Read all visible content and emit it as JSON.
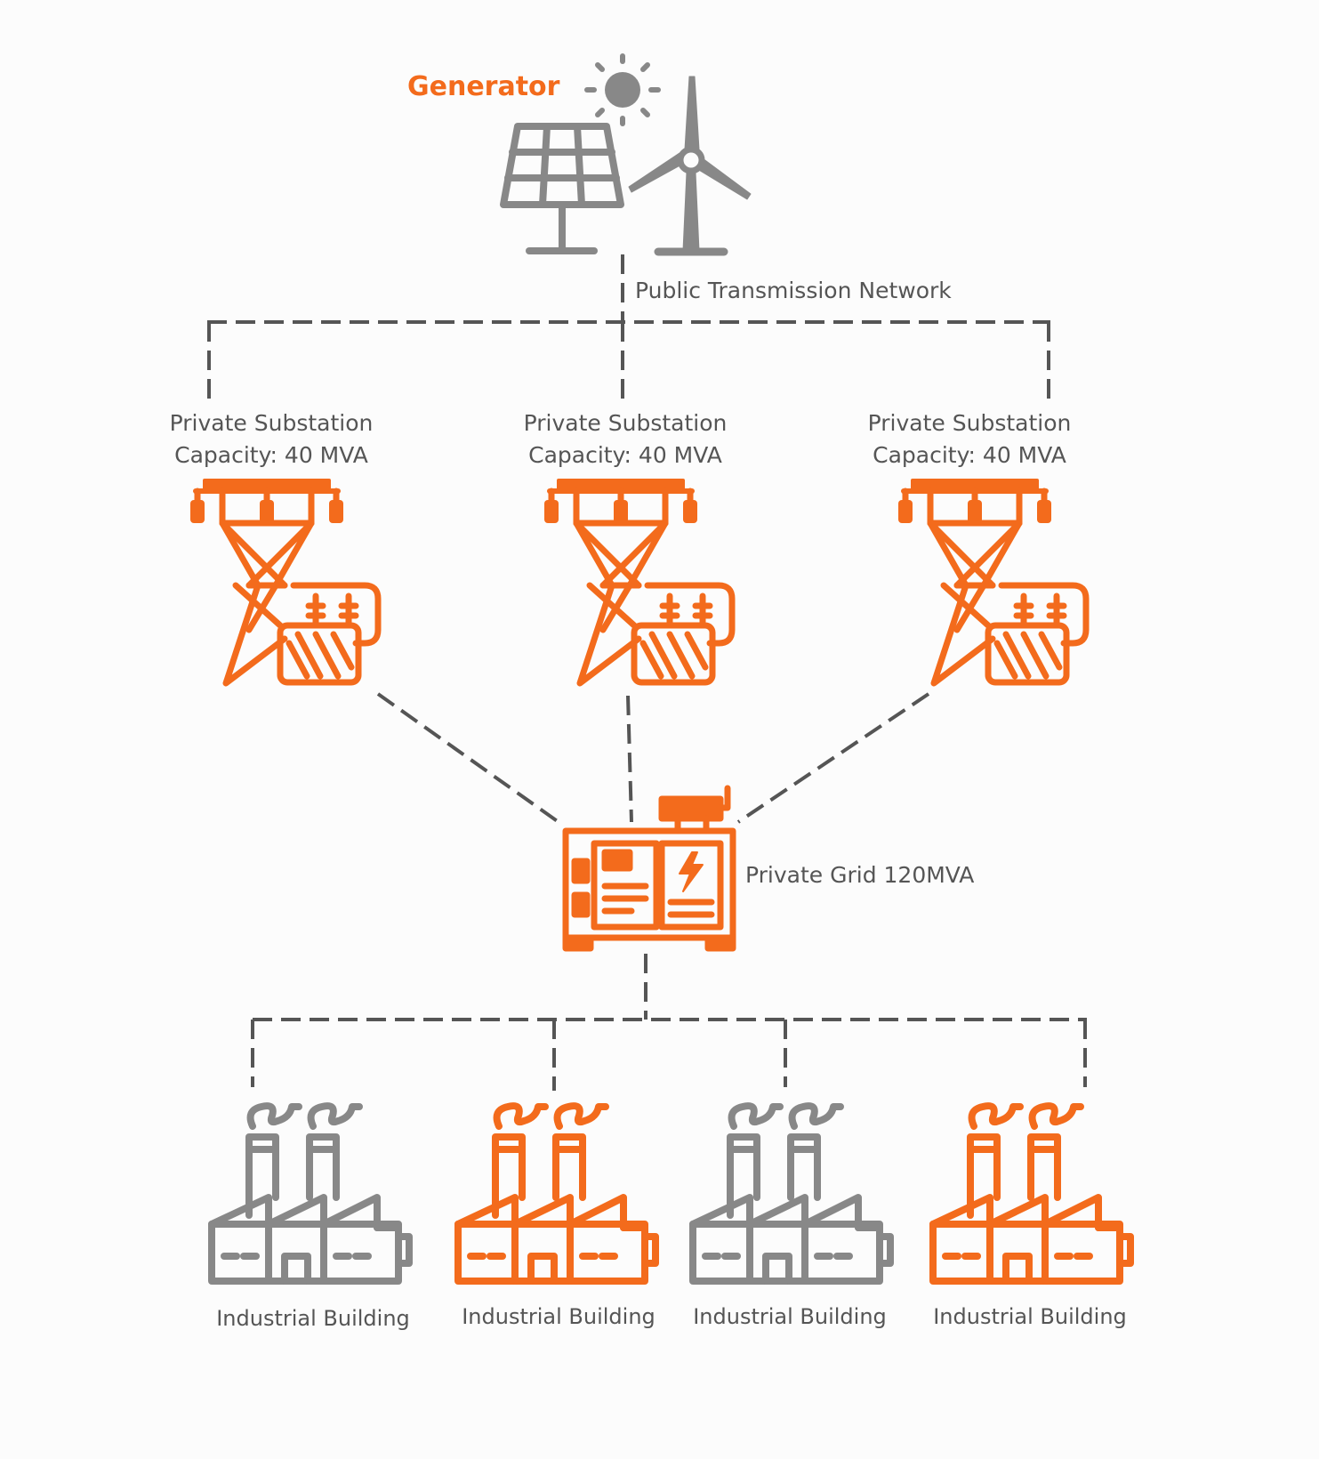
{
  "colors": {
    "accent": "#f36b1c",
    "neutral": "#888888",
    "line": "#555555",
    "text": "#555555"
  },
  "generator": {
    "title": "Generator",
    "icons": [
      "sun-icon",
      "solar-panel-icon",
      "wind-turbine-icon"
    ]
  },
  "network": {
    "label": "Public Transmission Network"
  },
  "substations": [
    {
      "name": "Private Substation",
      "capacity": "Capacity: 40 MVA",
      "icon": "transmission-tower-transformer-icon"
    },
    {
      "name": "Private Substation",
      "capacity": "Capacity: 40 MVA",
      "icon": "transmission-tower-transformer-icon"
    },
    {
      "name": "Private Substation",
      "capacity": "Capacity: 40 MVA",
      "icon": "transmission-tower-transformer-icon"
    }
  ],
  "grid": {
    "label": "Private Grid 120MVA",
    "icon": "power-generator-icon"
  },
  "buildings": [
    {
      "label": "Industrial Building",
      "color": "#888888",
      "icon": "factory-icon"
    },
    {
      "label": "Industrial Building",
      "color": "#f36b1c",
      "icon": "factory-icon"
    },
    {
      "label": "Industrial Building",
      "color": "#888888",
      "icon": "factory-icon"
    },
    {
      "label": "Industrial Building",
      "color": "#f36b1c",
      "icon": "factory-icon"
    }
  ]
}
